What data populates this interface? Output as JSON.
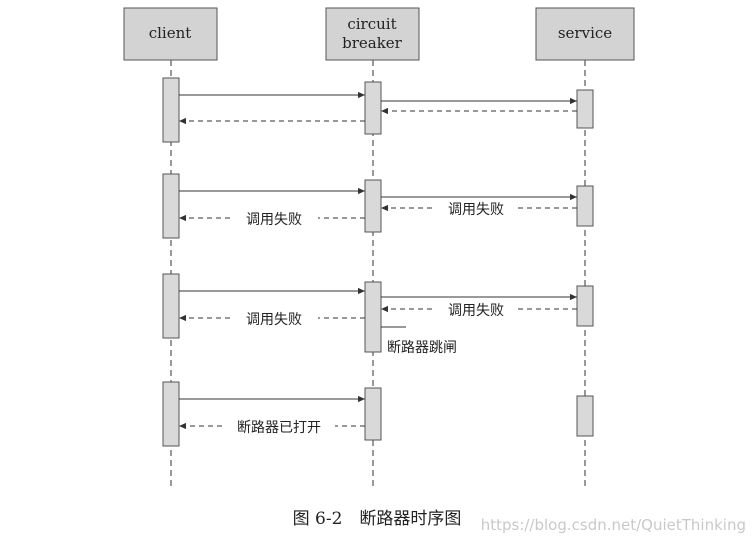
{
  "participants": {
    "client": {
      "lines": [
        "client"
      ]
    },
    "breaker": {
      "lines": [
        "circuit",
        "breaker"
      ]
    },
    "service": {
      "lines": [
        "service"
      ]
    }
  },
  "messages": {
    "call_failed_1": "调用失败",
    "call_failed_2": "调用失败",
    "call_failed_3": "调用失败",
    "call_failed_4": "调用失败",
    "breaker_tripped": "断路器跳闸",
    "breaker_open": "断路器已打开"
  },
  "caption": "图 6-2　断路器时序图",
  "watermark": "https://blog.csdn.net/QuietThinking",
  "colors": {
    "box_fill": "#d3d3d3",
    "box_stroke": "#555555",
    "activation_fill": "#d9d9d9",
    "line": "#333333"
  }
}
